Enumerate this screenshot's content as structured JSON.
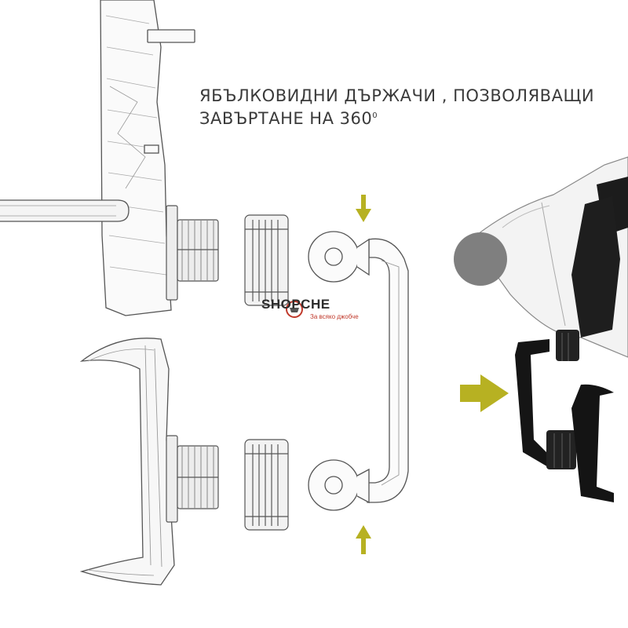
{
  "caption": {
    "line1": "ЯБЪЛКОВИДНИ ДЪРЖАЧИ , ПОЗВОЛЯВАЩИ",
    "line2": "ЗАВЪРТАНЕ НА 360",
    "degree": "0"
  },
  "watermark": {
    "brand": "SHOPCHE",
    "tagline": "За всяко джобче"
  },
  "colors": {
    "accent_arrow": "#b7b122",
    "line": "#555555",
    "ball": "#7f7f7f",
    "dark_part": "#1c1c1c",
    "text": "#3a3a3a",
    "watermark_red": "#c0392b"
  },
  "icons": [
    "arrow-down-icon",
    "arrow-up-icon",
    "arrow-right-icon"
  ]
}
